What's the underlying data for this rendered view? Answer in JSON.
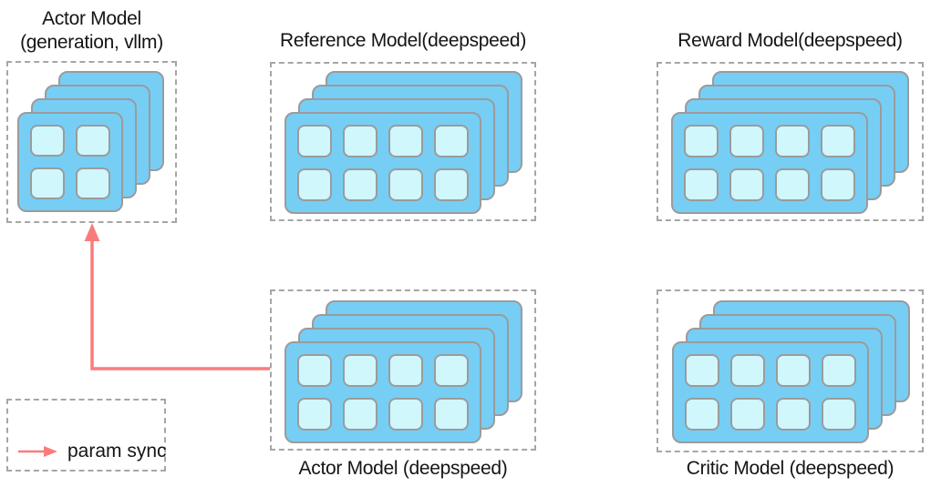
{
  "diagram": {
    "nodes": [
      {
        "id": "actor_model_vllm",
        "title": "Actor Model",
        "subtitle": "(generation, vllm)",
        "label_position": "top",
        "grid": {
          "cols": 2,
          "rows": 2
        }
      },
      {
        "id": "reference_model",
        "title": "Reference Model(deepspeed)",
        "label_position": "top",
        "grid": {
          "cols": 4,
          "rows": 2
        }
      },
      {
        "id": "reward_model",
        "title": "Reward Model(deepspeed)",
        "label_position": "top",
        "grid": {
          "cols": 4,
          "rows": 2
        }
      },
      {
        "id": "actor_model_deepspeed",
        "title": "Actor Model (deepspeed)",
        "label_position": "bottom",
        "grid": {
          "cols": 4,
          "rows": 2
        }
      },
      {
        "id": "critic_model",
        "title": "Critic Model (deepspeed)",
        "label_position": "bottom",
        "grid": {
          "cols": 4,
          "rows": 2
        }
      }
    ],
    "stack_depth": 4,
    "edges": [
      {
        "from": "actor_model_deepspeed",
        "to": "actor_model_vllm",
        "type": "param sync"
      }
    ],
    "legend": {
      "label": "param sync"
    },
    "colors": {
      "card": "#76cef5",
      "cell": "#cff7fc",
      "card_border": "#9b9b9b",
      "dashed_border": "#a6a6a6",
      "arrow": "#f97c7c",
      "text": "#151515"
    }
  }
}
